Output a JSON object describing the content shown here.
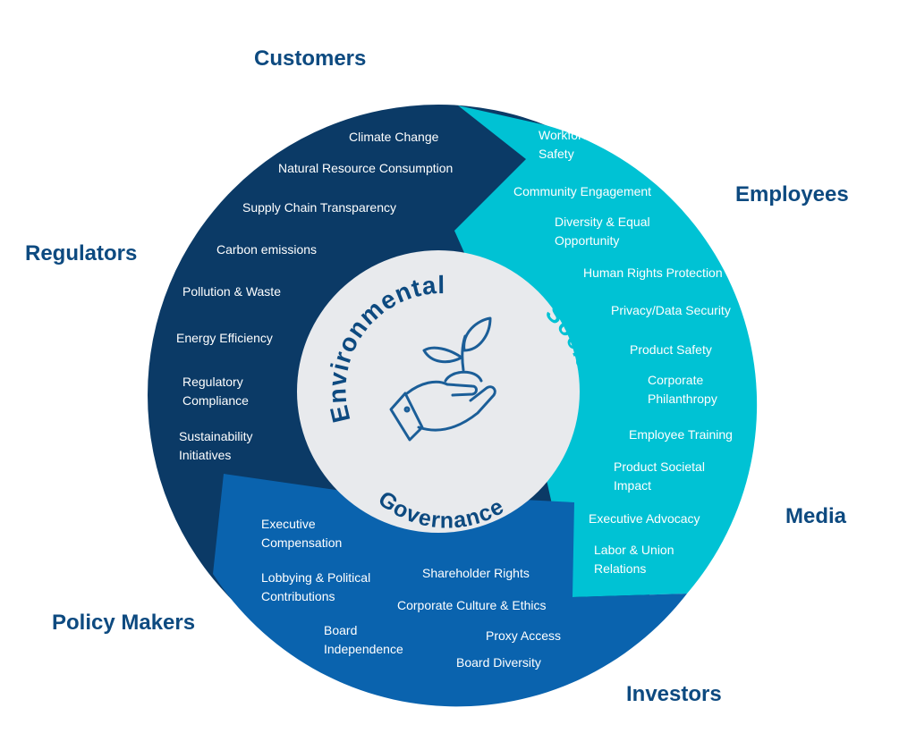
{
  "stakeholders": {
    "customers": "Customers",
    "employees": "Employees",
    "regulators": "Regulators",
    "media": "Media",
    "policy_makers": "Policy Makers",
    "investors": "Investors"
  },
  "pillars": {
    "environmental": "Environmental",
    "social": "Social",
    "governance": "Governance"
  },
  "environmental_items": [
    "Climate Change",
    "Natural Resource Consumption",
    "Supply Chain Transparency",
    "Carbon emissions",
    "Pollution & Waste",
    "Energy Efficiency",
    [
      "Regulatory",
      "Compliance"
    ],
    [
      "Sustainability",
      "Initiatives"
    ]
  ],
  "social_items": [
    [
      "Workforce",
      "Safety"
    ],
    "Community Engagement",
    [
      "Diversity & Equal",
      "Opportunity"
    ],
    "Human Rights Protection",
    "Privacy/Data Security",
    "Product Safety",
    [
      "Corporate",
      "Philanthropy"
    ],
    "Employee Training",
    [
      "Product Societal",
      "Impact"
    ],
    "Executive Advocacy",
    [
      "Labor & Union",
      "Relations"
    ]
  ],
  "governance_items": [
    [
      "Executive",
      "Compensation"
    ],
    [
      "Lobbying & Political",
      "Contributions"
    ],
    "Shareholder Rights",
    "Corporate Culture & Ethics",
    [
      "Board",
      "Independence"
    ],
    "Proxy Access",
    "Board Diversity"
  ],
  "colors": {
    "environmental": "#0b3a66",
    "social": "#00c2d4",
    "governance": "#0a63ae",
    "center": "#e8eaed",
    "title": "#0d4a80",
    "icon": "#1b5e98",
    "item_text": "#ffffff"
  },
  "icon": "hand-holding-plant-icon"
}
